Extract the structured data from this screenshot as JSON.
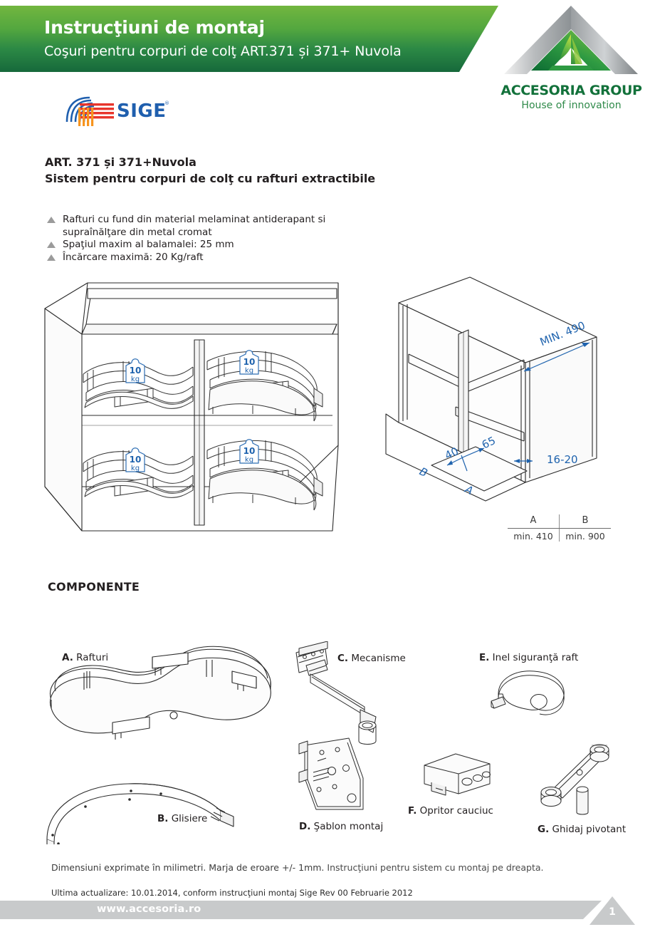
{
  "header": {
    "title": "Instrucţiuni de montaj",
    "subtitle": "Coşuri pentru corpuri de colţ ART.371 și 371+ Nuvola",
    "brand_name": "ACCESORIA GROUP",
    "brand_tagline": "House of innovation",
    "partner_logo_text": "SIGE"
  },
  "product": {
    "code_line": "ART. 371 și 371+Nuvola",
    "desc_line": "Sistem pentru corpuri de colţ cu rafturi extractibile",
    "features": [
      "Rafturi cu fund din material melaminat antiderapant si supraînălţare din metal cromat",
      "Spaţiul maxim al balamalei: 25 mm",
      "Încărcare maximă: 20 Kg/raft"
    ]
  },
  "cabinet_drawing": {
    "shelf_load_labels": [
      "10",
      "10",
      "10",
      "10"
    ],
    "load_unit": "kg"
  },
  "dimension_drawing": {
    "labels": {
      "depth": "MIN. 490",
      "offset_a": "40",
      "offset_b": "65",
      "panel_thickness": "16-20",
      "width_a": "A",
      "width_b": "B"
    },
    "table": {
      "headers": [
        "A",
        "B"
      ],
      "values": [
        "min. 410",
        "min. 900"
      ]
    }
  },
  "components": {
    "heading": "COMPONENTE",
    "items": [
      {
        "key": "A.",
        "label": "Rafturi"
      },
      {
        "key": "B.",
        "label": "Glisiere"
      },
      {
        "key": "C.",
        "label": "Mecanisme"
      },
      {
        "key": "D.",
        "label": "Şablon montaj"
      },
      {
        "key": "E.",
        "label": "Inel siguranţă raft"
      },
      {
        "key": "F.",
        "label": "Opritor cauciuc"
      },
      {
        "key": "G.",
        "label": "Ghidaj pivotant"
      }
    ]
  },
  "footer": {
    "note_main": "Dimensiuni exprimate în milimetri. Marja de eroare +/- 1mm.",
    "note_secondary": "Instrucţiuni pentru sistem cu montaj pe dreapta.",
    "last_update": "Ultima actualizare: 10.01.2014, conform instrucţiuni montaj Sige Rev 00 Februarie 2012",
    "website": "www.accesoria.ro",
    "page_number": "1"
  },
  "colors": {
    "green_light": "#72b63f",
    "green_dark": "#16693b",
    "brand_green": "#12713a",
    "blue_dim": "#1f63ae",
    "gray_bar": "#c8cacb"
  }
}
